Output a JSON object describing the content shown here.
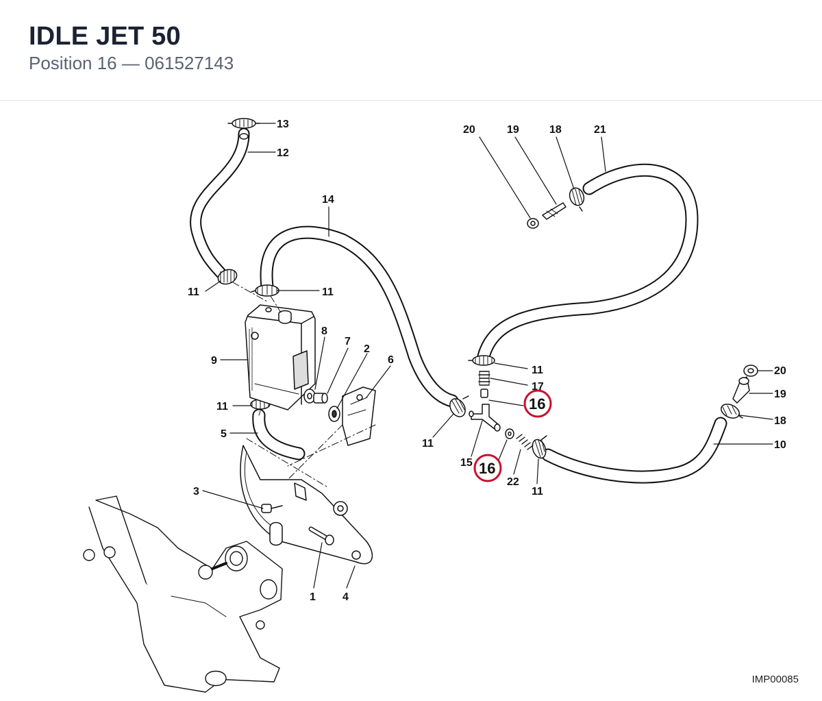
{
  "header": {
    "title": "IDLE JET 50",
    "subtitle": "Position 16 — 061527143"
  },
  "diagram": {
    "labels": {
      "l13": "13",
      "l12": "12",
      "l14": "14",
      "l11a": "11",
      "l11b": "11",
      "l11c": "11",
      "l11d": "11",
      "l11e": "11",
      "l11f": "11",
      "l9": "9",
      "l8": "8",
      "l7": "7",
      "l2": "2",
      "l6": "6",
      "l5": "5",
      "l3": "3",
      "l1": "1",
      "l4": "4",
      "l20a": "20",
      "l19a": "19",
      "l18a": "18",
      "l21": "21",
      "l17": "17",
      "l15": "15",
      "l22": "22",
      "l20b": "20",
      "l19b": "19",
      "l18b": "18",
      "l10": "10"
    },
    "highlight": {
      "a": "16",
      "b": "16",
      "color": "#c8102e"
    },
    "reference": "IMP00085"
  }
}
